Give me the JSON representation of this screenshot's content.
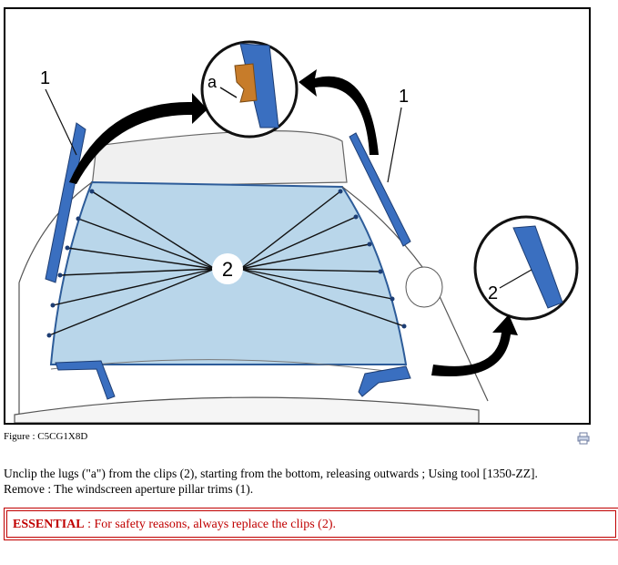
{
  "figure": {
    "callout_1": "1",
    "callout_2": "2",
    "callout_a": "a",
    "caption": "Figure : C5CG1X8D"
  },
  "instructions": {
    "line_1": "Unclip the lugs (\"a\") from the clips (2), starting from the bottom, releasing outwards ; Using tool [1350-ZZ].",
    "line_2": "Remove : The windscreen aperture pillar trims (1)."
  },
  "essential": {
    "label": "ESSENTIAL",
    "text": " : For safety reasons, always replace the clips (2)."
  },
  "icons": {
    "print": "print-icon"
  },
  "colors": {
    "warning_red": "#c00000",
    "glass_blue": "#b9d6ea",
    "trim_blue": "#3a6fc0"
  }
}
